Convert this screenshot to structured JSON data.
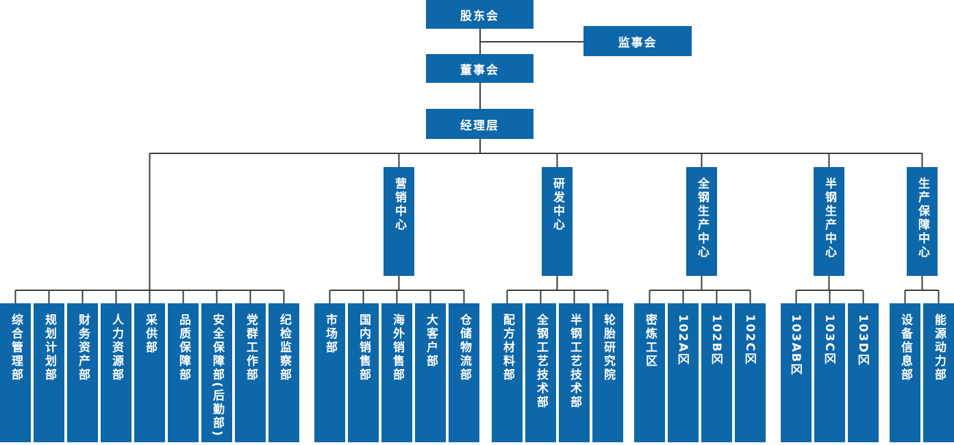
{
  "colors": {
    "box_blue": "#0E67A8",
    "line_gray": "#3A3A3A",
    "text_white": "#FFFFFF"
  },
  "top": {
    "shareholders": "股东会",
    "supervisory": "监事会",
    "board": "董事会",
    "management": "经理层"
  },
  "centers": [
    "营销中心",
    "研发中心",
    "全钢生产中心",
    "半钢生产中心",
    "生产保障中心"
  ],
  "groups": {
    "admin": [
      "综合管理部",
      "规划计划部",
      "财务资产部",
      "人力资源部",
      "采供部",
      "品质保障部",
      "安全保障部(后勤部)",
      "党群工作部",
      "纪检监察部"
    ],
    "marketing": [
      "市场部",
      "国内销售部",
      "海外销售部",
      "大客户部",
      "仓储物流部"
    ],
    "rnd": [
      "配方材料部",
      "全钢工艺技术部",
      "半钢工艺技术部",
      "轮胎研究院"
    ],
    "fullsteel": [
      "密炼工区",
      "102A区",
      "102B区",
      "102C区"
    ],
    "semisteel": [
      "103AB区",
      "103C区",
      "103D区"
    ],
    "support": [
      "设备信息部",
      "能源动力部"
    ]
  }
}
